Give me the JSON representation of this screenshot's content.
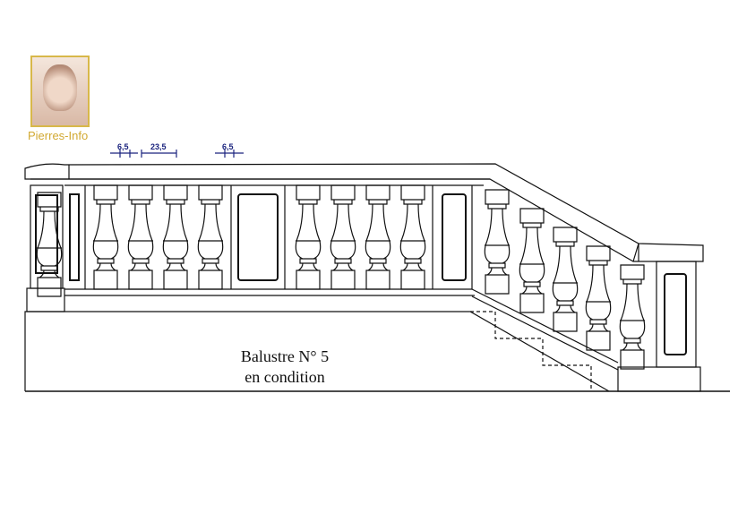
{
  "logo": {
    "brand": "Pierres-Info"
  },
  "dimensions": [
    "6,5",
    "23,5",
    "6,5"
  ],
  "caption": {
    "line1": "Balustre N° 5",
    "line2": "en condition"
  },
  "colors": {
    "line": "#111111",
    "dimension": "#1a237e",
    "brand": "#d2a932"
  }
}
